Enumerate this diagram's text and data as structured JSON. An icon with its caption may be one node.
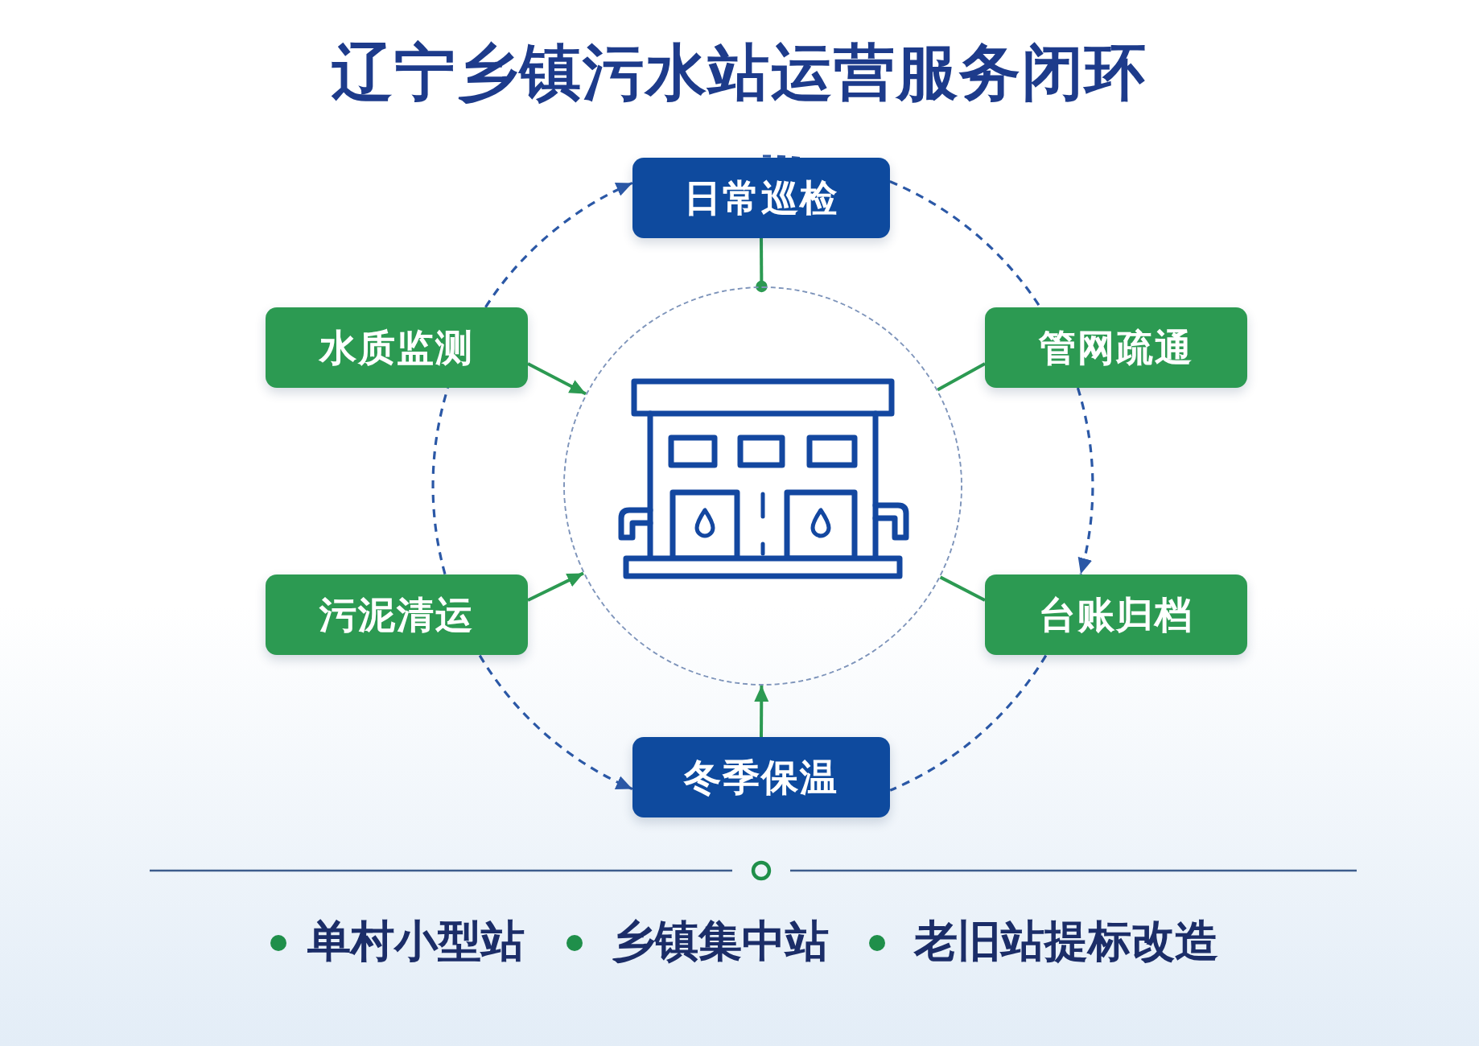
{
  "diagram": {
    "title": "辽宁乡镇污水站运营服务闭环",
    "nodes": [
      {
        "text": [
          "日常巡检"
        ]
      },
      {
        "text": [
          "管网疏通"
        ]
      },
      {
        "text": [
          "台账归档"
        ]
      },
      {
        "text": [
          "冬季保温"
        ]
      },
      {
        "text": [
          "污泥清运"
        ]
      },
      {
        "text": [
          "水质监测"
        ]
      },
      {
        "text": [],
        "shape": "circle"
      }
    ],
    "edges": [
      {
        "from": 5,
        "to": 0,
        "arrow": "to",
        "style": "dashed"
      },
      {
        "from": 0,
        "to": 1,
        "arrow": "none",
        "style": "dashed"
      },
      {
        "from": 1,
        "to": 2,
        "arrow": "to",
        "style": "dashed"
      },
      {
        "from": 2,
        "to": 3,
        "arrow": "none",
        "style": "dashed"
      },
      {
        "from": 4,
        "to": 3,
        "arrow": "to",
        "style": "dashed"
      },
      {
        "from": 4,
        "to": 5,
        "arrow": "none",
        "style": "dashed"
      },
      {
        "from": 0,
        "to": 6,
        "arrow": "other",
        "color": "#2c9a52"
      },
      {
        "from": 5,
        "to": 6,
        "arrow": "to",
        "color": "#2c9a52"
      },
      {
        "from": 1,
        "to": 6,
        "arrow": "none",
        "color": "#2c9a52"
      },
      {
        "from": 4,
        "to": 6,
        "arrow": "to",
        "color": "#2c9a52"
      },
      {
        "from": 2,
        "to": 6,
        "arrow": "none",
        "color": "#2c9a52"
      },
      {
        "from": 3,
        "to": 6,
        "arrow": "to",
        "color": "#2c9a52"
      }
    ],
    "labels": [
      "单村小型站",
      "乡镇集中站",
      "老旧站提标改造"
    ]
  }
}
